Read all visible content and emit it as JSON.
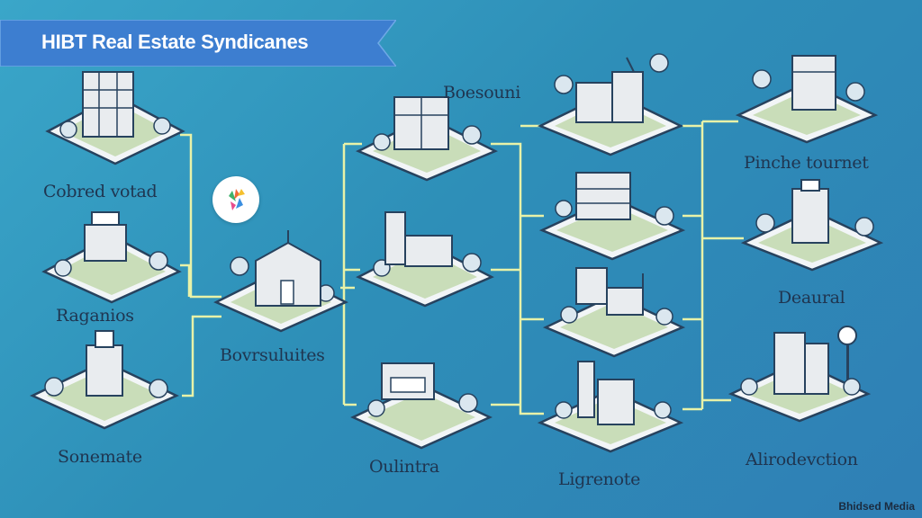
{
  "title": "HIBT Real Estate Syndicanes",
  "nodes": [
    {
      "id": "cobred-votad",
      "label": "Cobred votad",
      "icon": "apartment-block-icon"
    },
    {
      "id": "raganios",
      "label": "Raganios",
      "icon": "small-house-icon"
    },
    {
      "id": "sonemate",
      "label": "Sonemate",
      "icon": "tower-building-icon"
    },
    {
      "id": "bovrsuluites",
      "label": "Bovrsuluites",
      "icon": "gabled-house-icon"
    },
    {
      "id": "boesouni",
      "label": "Boesouni",
      "icon": "office-building-icon"
    },
    {
      "id": "factory",
      "label": "",
      "icon": "factory-building-icon"
    },
    {
      "id": "oulintra",
      "label": "Oulintra",
      "icon": "warehouse-icon"
    },
    {
      "id": "col3-top",
      "label": "",
      "icon": "mixed-building-icon"
    },
    {
      "id": "col3-mid1",
      "label": "",
      "icon": "office-block-icon"
    },
    {
      "id": "col3-mid2",
      "label": "",
      "icon": "industrial-plant-icon"
    },
    {
      "id": "ligrenote",
      "label": "Ligrenote",
      "icon": "tower-complex-icon"
    },
    {
      "id": "pinche-tournet",
      "label": "Pinche tournet",
      "icon": "corner-building-icon"
    },
    {
      "id": "deaural",
      "label": "Deaural",
      "icon": "tall-tower-icon"
    },
    {
      "id": "alirodevction",
      "label": "Alirodevction",
      "icon": "twin-tower-icon"
    }
  ],
  "watermark": "Bhidsed Media",
  "colors": {
    "background": "#2f8fba",
    "banner": "#3d7ed0",
    "connector": "#e8f2a8",
    "platform": "#f2f5f7",
    "platform_outline": "#27425e",
    "grass": "#c9ddb9",
    "tree": "#dbe7ef",
    "building": "#e9ecef"
  }
}
